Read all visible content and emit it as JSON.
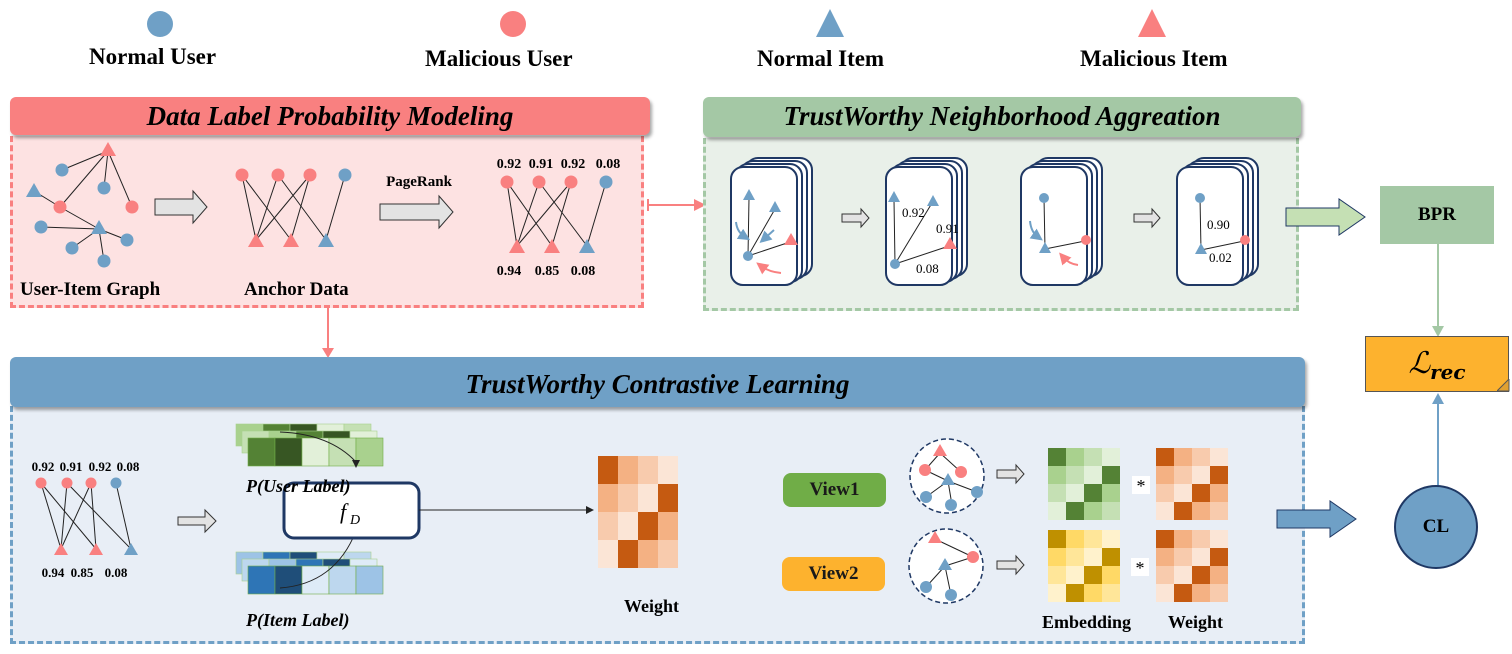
{
  "colors": {
    "normal": "#6fa0c6",
    "malicious": "#f98080",
    "pink_title": "#f98080",
    "pink_panel": "#fde2e2",
    "green_title": "#a4c8a5",
    "green_panel": "#e9f0e9",
    "blue_title": "#6fa0c6",
    "blue_panel": "#e8eef6",
    "lrec": "#fdb22e",
    "view1": "#70ad47",
    "view2": "#fdb22e",
    "card_stroke": "#1f3864"
  },
  "legend": [
    {
      "shape": "circle",
      "color_key": "normal",
      "label": "Normal User"
    },
    {
      "shape": "circle",
      "color_key": "malicious",
      "label": "Malicious User"
    },
    {
      "shape": "triangle",
      "color_key": "normal",
      "label": "Normal Item"
    },
    {
      "shape": "triangle",
      "color_key": "malicious",
      "label": "Malicious Item"
    }
  ],
  "panels": {
    "dlpm": {
      "title": "Data Label Probability Modeling",
      "graph_caption": "User-Item Graph",
      "anchor_caption": "Anchor Data",
      "pagerank_label": "PageRank",
      "user_scores": [
        "0.92",
        "0.91",
        "0.92",
        "0.08"
      ],
      "item_scores": [
        "0.94",
        "0.85",
        "0.08"
      ]
    },
    "tna": {
      "title": "TrustWorthy Neighborhood Aggreation",
      "card2_weights": [
        "0.92",
        "0.91",
        "0.08"
      ],
      "card4_weights": [
        "0.90",
        "0.02"
      ]
    },
    "tcl": {
      "title": "TrustWorthy Contrastive Learning",
      "user_scores": [
        "0.92",
        "0.91",
        "0.92",
        "0.08"
      ],
      "item_scores": [
        "0.94",
        "0.85",
        "0.08"
      ],
      "p_user_label": "P(User Label)",
      "p_item_label": "P(Item Label)",
      "fd_label": "f",
      "fd_sub": "D",
      "weight_caption": "Weight",
      "view1": "View1",
      "view2": "View2",
      "multiply": "*",
      "embedding_caption": "Embedding",
      "weight_caption2": "Weight"
    }
  },
  "outputs": {
    "bpr": "BPR",
    "lrec_main": "ℒ",
    "lrec_sub": "rec",
    "cl": "CL"
  },
  "matrices": {
    "weight": [
      [
        "#c55a11",
        "#f4b183",
        "#f8cbad",
        "#fbe5d6"
      ],
      [
        "#f4b183",
        "#f8cbad",
        "#fbe5d6",
        "#c55a11"
      ],
      [
        "#f8cbad",
        "#fbe5d6",
        "#c55a11",
        "#f4b183"
      ],
      [
        "#fbe5d6",
        "#c55a11",
        "#f4b183",
        "#f8cbad"
      ]
    ],
    "view1_embedding": [
      [
        "#548235",
        "#a9d18e",
        "#c5e0b4",
        "#e2f0d9"
      ],
      [
        "#a9d18e",
        "#c5e0b4",
        "#e2f0d9",
        "#548235"
      ],
      [
        "#c5e0b4",
        "#e2f0d9",
        "#548235",
        "#a9d18e"
      ],
      [
        "#e2f0d9",
        "#548235",
        "#a9d18e",
        "#c5e0b4"
      ]
    ],
    "view2_embedding": [
      [
        "#bf9000",
        "#ffd966",
        "#ffe699",
        "#fff2cc"
      ],
      [
        "#ffd966",
        "#ffe699",
        "#fff2cc",
        "#bf9000"
      ],
      [
        "#ffe699",
        "#fff2cc",
        "#bf9000",
        "#ffd966"
      ],
      [
        "#fff2cc",
        "#bf9000",
        "#ffd966",
        "#ffe699"
      ]
    ],
    "user_label_strip": [
      "#548235",
      "#375623",
      "#e2f0d9",
      "#c5e0b4",
      "#a9d18e"
    ],
    "item_label_strip": [
      "#2e75b6",
      "#1f4e79",
      "#deebf7",
      "#bdd7ee",
      "#9dc3e6"
    ]
  }
}
